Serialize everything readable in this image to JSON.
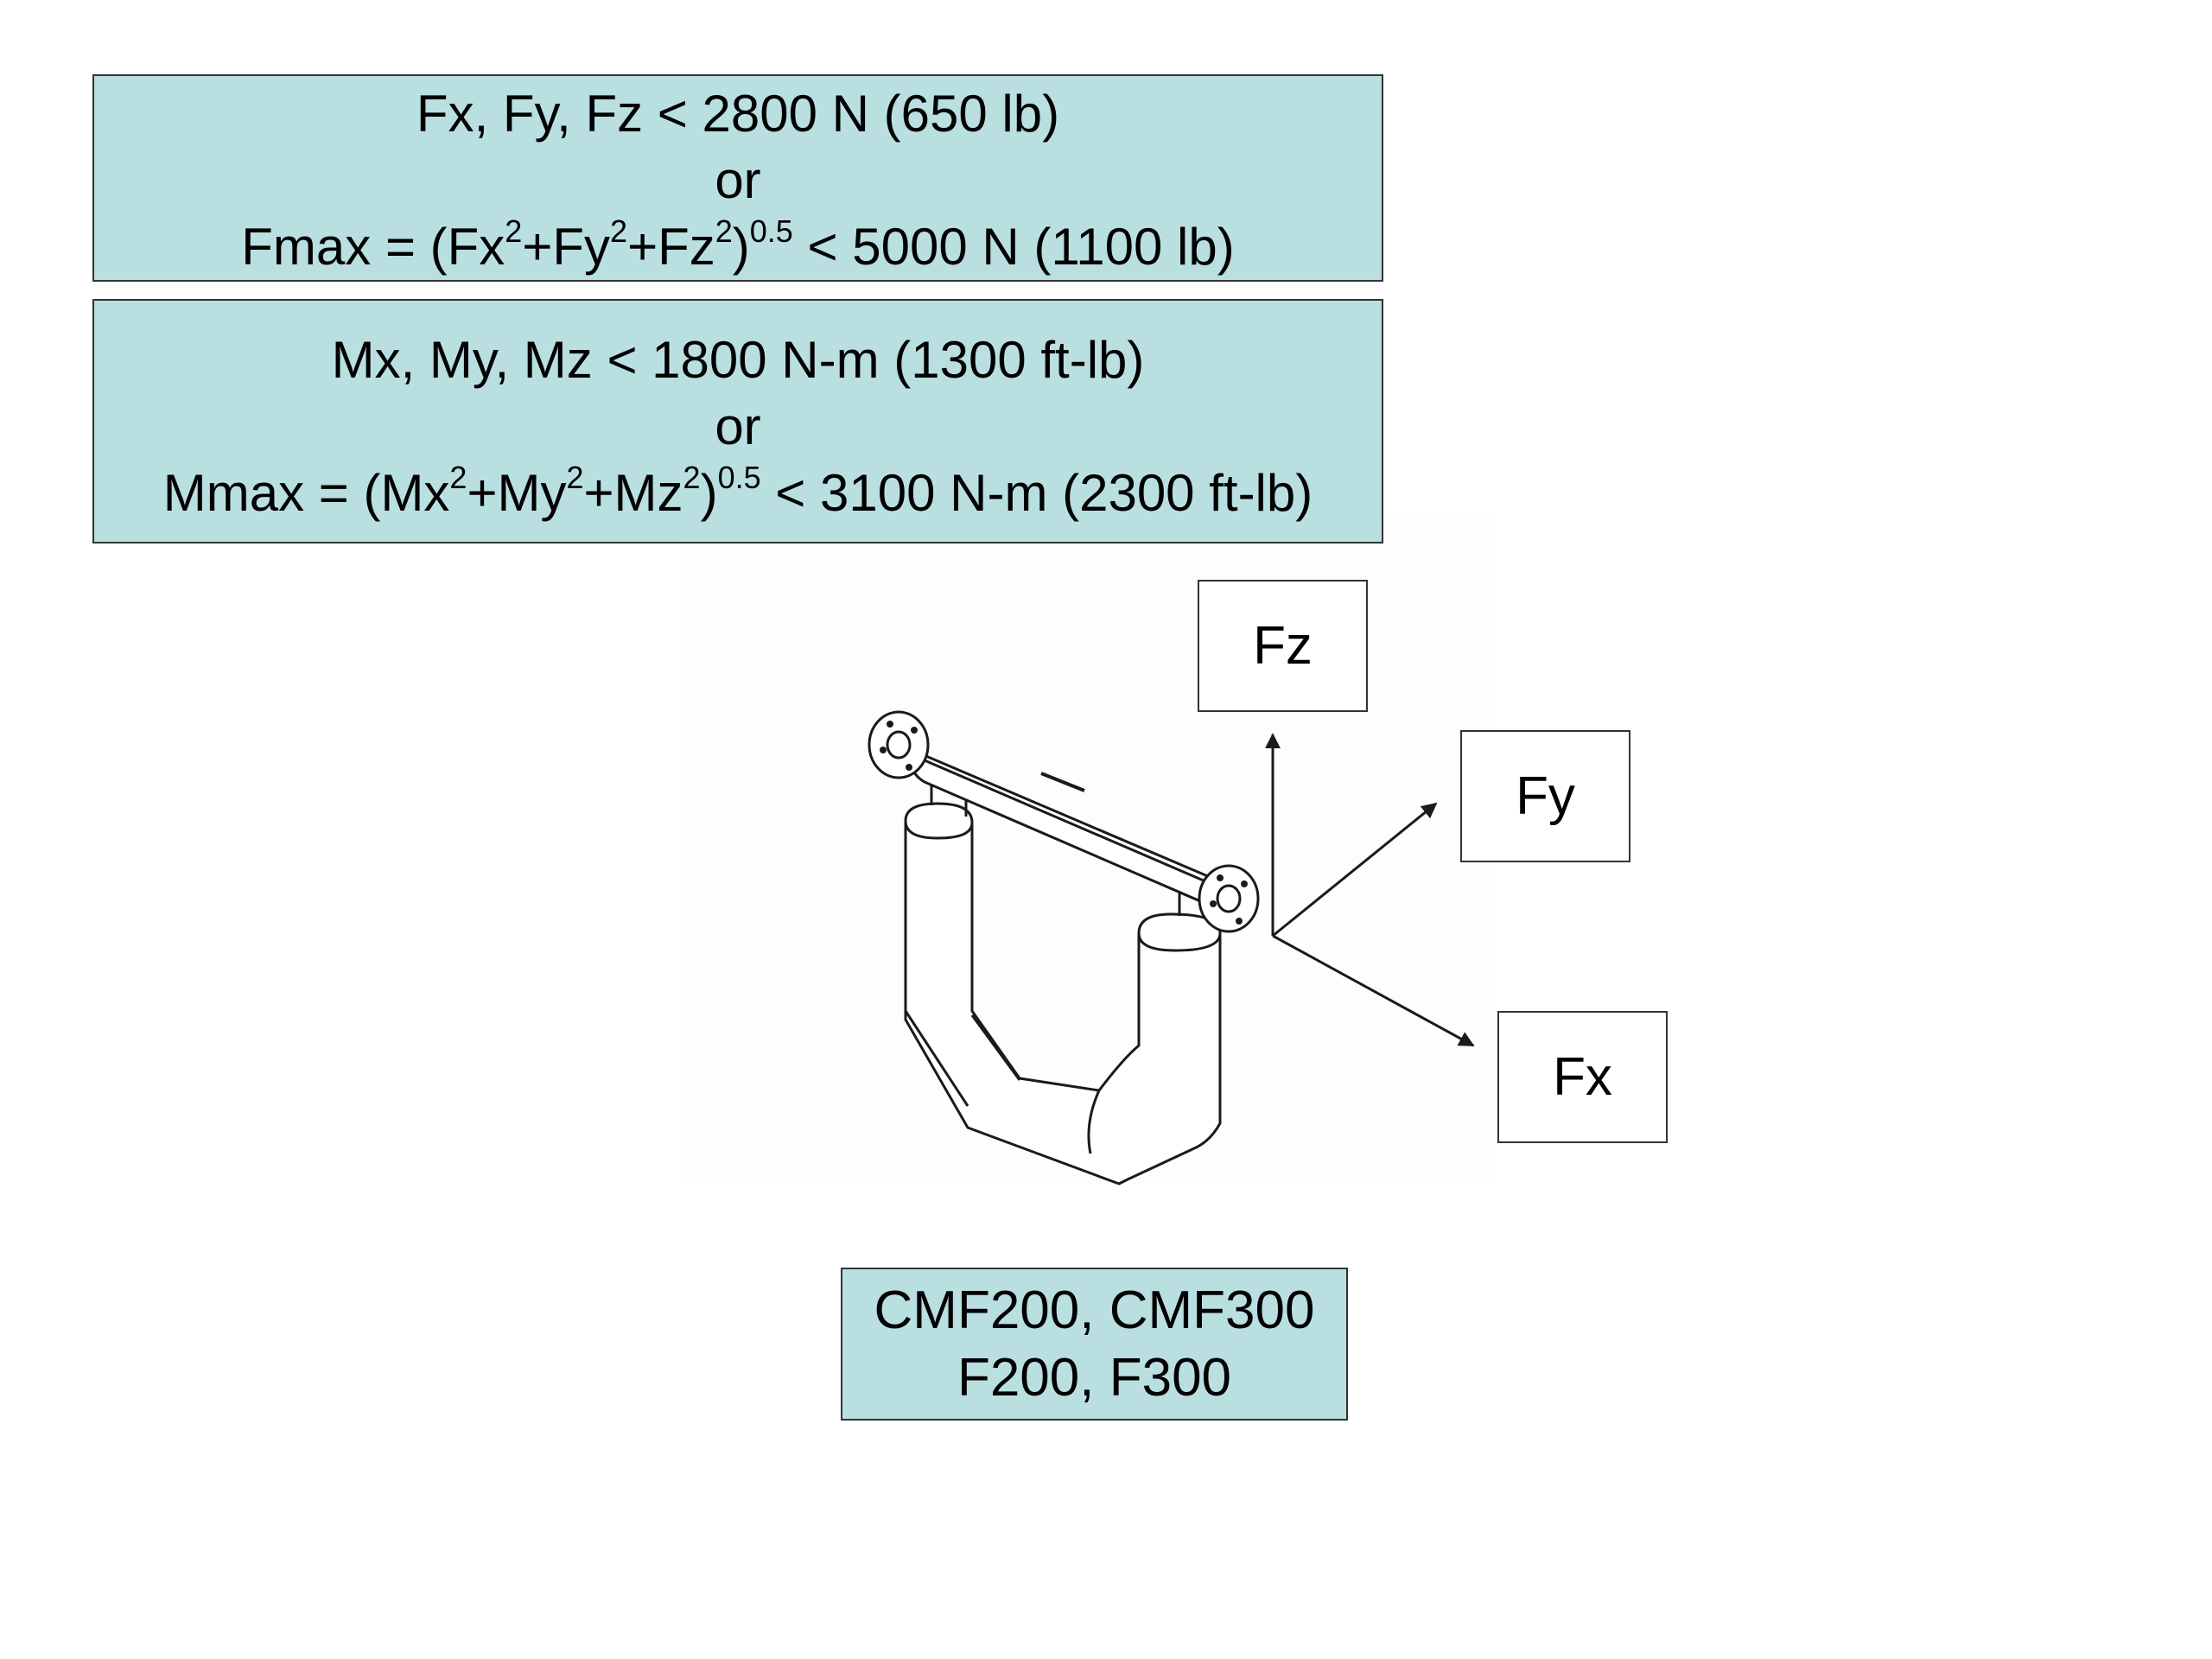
{
  "force_limits": {
    "line1": "Fx, Fy, Fz < 2800 N (650 lb)",
    "line2": "or",
    "line3_prefix": "Fmax = (Fx",
    "line3_sup1": "2",
    "line3_mid1": "+Fy",
    "line3_sup2": "2",
    "line3_mid2": "+Fz",
    "line3_sup3": "2",
    "line3_mid3": ")",
    "line3_sup4": "0.5",
    "line3_suffix": " < 5000 N (1100 lb)"
  },
  "moment_limits": {
    "line1": "Mx, My, Mz < 1800 N-m (1300 ft-lb)",
    "line2": "or",
    "line3_prefix": "Mmax = (Mx",
    "line3_sup1": "2",
    "line3_mid1": "+My",
    "line3_sup2": "2",
    "line3_mid2": "+Mz",
    "line3_sup3": "2",
    "line3_mid3": ")",
    "line3_sup4": "0.5",
    "line3_suffix": " < 3100 N-m (2300 ft-lb)"
  },
  "axes": {
    "fz": "Fz",
    "fy": "Fy",
    "fx": "Fx"
  },
  "models": {
    "line1": "CMF200, CMF300",
    "line2": "F200, F300"
  },
  "colors": {
    "box_fill": "#b9dfe1",
    "border": "#333333",
    "line": "#1a1a1a"
  }
}
